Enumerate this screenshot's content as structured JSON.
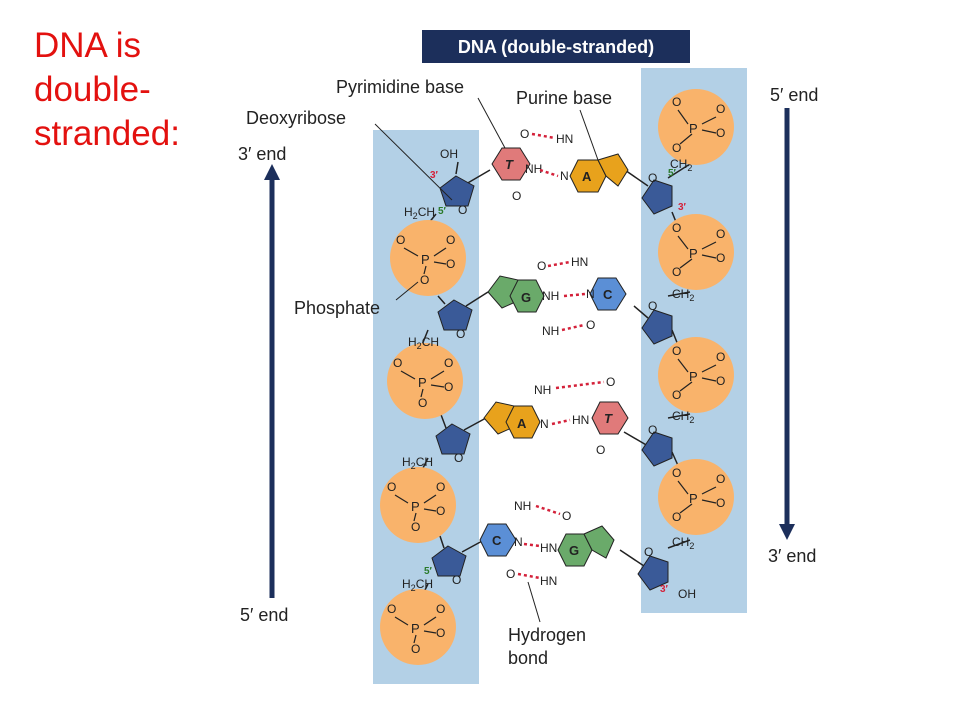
{
  "slide_title": [
    "DNA is",
    "double-",
    "stranded:"
  ],
  "diagram": {
    "header": "DNA (double-stranded)",
    "labels": {
      "pyrimidine_base": "Pyrimidine base",
      "purine_base": "Purine base",
      "deoxyribose": "Deoxyribose",
      "phosphate": "Phosphate",
      "hydrogen_bond_line1": "Hydrogen",
      "hydrogen_bond_line2": "bond"
    },
    "left_strand": {
      "top_end": "3′ end",
      "bottom_end": "5′ end"
    },
    "right_strand": {
      "top_end": "5′ end",
      "bottom_end": "3′ end"
    },
    "base_pairs": [
      {
        "left": "T",
        "right": "A"
      },
      {
        "left": "G",
        "right": "C"
      },
      {
        "left": "A",
        "right": "T"
      },
      {
        "left": "C",
        "right": "G"
      }
    ],
    "atoms": {
      "O": "O",
      "P": "P",
      "OH": "OH",
      "HN": "HN",
      "NH": "NH",
      "N": "N",
      "CH2": "CH",
      "H2C": "H",
      "sub2": "2",
      "O_minus": "O",
      "minus": "-",
      "prime3": "3′",
      "prime5": "5′"
    },
    "colors": {
      "title_red": "#e3110f",
      "header_bg": "#1c2f5b",
      "strand_band": "#b3d0e6",
      "phosphate": "#f9b36b",
      "deoxyribose": "#3a5a98",
      "thymine": "#e07a7a",
      "adenine": "#e8a21c",
      "guanine": "#6aaa6a",
      "cytosine": "#5b8fd6",
      "hydrogen_bond": "#d4213a",
      "arrow": "#1c2f5b"
    }
  }
}
